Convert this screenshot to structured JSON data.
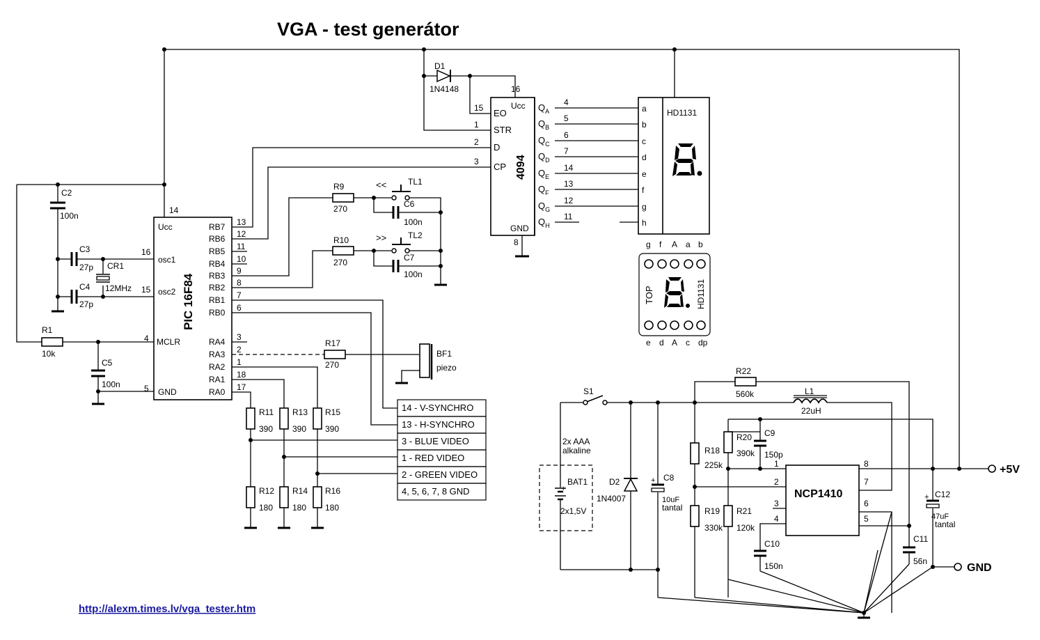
{
  "title": "VGA - test generátor",
  "url": "http://alexm.times.lv/vga_tester.htm",
  "pic": {
    "name": "PIC 16F84",
    "ucc_pin": "14",
    "gnd_pin": "5",
    "osc1_pin": "16",
    "osc2_pin": "15",
    "mclr_pin": "4",
    "left_labels": {
      "ucc": "Ucc",
      "osc1": "osc1",
      "osc2": "osc2",
      "mclr": "MCLR",
      "gnd": "GND"
    },
    "right_pins": [
      {
        "label": "RB7",
        "num": "13"
      },
      {
        "label": "RB6",
        "num": "12"
      },
      {
        "label": "RB5",
        "num": "11"
      },
      {
        "label": "RB4",
        "num": "10"
      },
      {
        "label": "RB3",
        "num": "9"
      },
      {
        "label": "RB2",
        "num": "8"
      },
      {
        "label": "RB1",
        "num": "7"
      },
      {
        "label": "RB0",
        "num": "6"
      },
      {
        "label": "RA4",
        "num": "3"
      },
      {
        "label": "RA3",
        "num": "2"
      },
      {
        "label": "RA2",
        "num": "1"
      },
      {
        "label": "RA1",
        "num": "18"
      },
      {
        "label": "RA0",
        "num": "17"
      }
    ]
  },
  "sr": {
    "name": "4094",
    "left_pins": [
      {
        "label": "EO",
        "num": "15"
      },
      {
        "label": "STR",
        "num": "1"
      },
      {
        "label": "D",
        "num": "2"
      },
      {
        "label": "CP",
        "num": "3"
      }
    ],
    "ucc": "Ucc",
    "ucc_pin": "16",
    "gnd": "GND",
    "gnd_pin": "8",
    "outputs": [
      {
        "q": "Q",
        "sub": "A",
        "num": "4"
      },
      {
        "q": "Q",
        "sub": "B",
        "num": "5"
      },
      {
        "q": "Q",
        "sub": "C",
        "num": "6"
      },
      {
        "q": "Q",
        "sub": "D",
        "num": "7"
      },
      {
        "q": "Q",
        "sub": "E",
        "num": "14"
      },
      {
        "q": "Q",
        "sub": "F",
        "num": "13"
      },
      {
        "q": "Q",
        "sub": "G",
        "num": "12"
      },
      {
        "q": "Q",
        "sub": "H",
        "num": "11"
      }
    ]
  },
  "display": {
    "name": "HD1131",
    "segments": [
      "a",
      "b",
      "c",
      "d",
      "e",
      "f",
      "g",
      "h"
    ],
    "top_pins": [
      "g",
      "f",
      "A",
      "a",
      "b"
    ],
    "bottom_pins": [
      "e",
      "d",
      "A",
      "c",
      "dp"
    ],
    "top_label": "TOP"
  },
  "parts": {
    "d1": {
      "ref": "D1",
      "val": "1N4148"
    },
    "c2": {
      "ref": "C2",
      "val": "100n"
    },
    "c3": {
      "ref": "C3",
      "val": "27p"
    },
    "c4": {
      "ref": "C4",
      "val": "27p"
    },
    "cr1": {
      "ref": "CR1",
      "val": "12MHz"
    },
    "r1": {
      "ref": "R1",
      "val": "10k"
    },
    "c5": {
      "ref": "C5",
      "val": "100n"
    },
    "r9": {
      "ref": "R9",
      "val": "270"
    },
    "r10": {
      "ref": "R10",
      "val": "270"
    },
    "c6": {
      "ref": "C6",
      "val": "100n"
    },
    "c7": {
      "ref": "C7",
      "val": "100n"
    },
    "tl1": {
      "ref": "TL1",
      "sym": "<<"
    },
    "tl2": {
      "ref": "TL2",
      "sym": ">>"
    },
    "r17": {
      "ref": "R17",
      "val": "270"
    },
    "bf1": {
      "ref": "BF1",
      "val": "piezo"
    },
    "r11": {
      "ref": "R11",
      "val": "390"
    },
    "r13": {
      "ref": "R13",
      "val": "390"
    },
    "r15": {
      "ref": "R15",
      "val": "390"
    },
    "r12": {
      "ref": "R12",
      "val": "180"
    },
    "r14": {
      "ref": "R14",
      "val": "180"
    },
    "r16": {
      "ref": "R16",
      "val": "180"
    }
  },
  "connector": [
    "14 - V-SYNCHRO",
    "13 - H-SYNCHRO",
    "3 - BLUE VIDEO",
    "1 - RED VIDEO",
    "2 - GREEN VIDEO",
    "4, 5, 6, 7, 8  GND"
  ],
  "psu": {
    "s1": "S1",
    "bat_desc1": "2x AAA",
    "bat_desc2": "alkaline",
    "bat_ref": "BAT1",
    "bat_val": "2x1,5V",
    "d2": {
      "ref": "D2",
      "val": "1N4007"
    },
    "c8": {
      "ref": "C8",
      "val1": "10uF",
      "val2": "tantal"
    },
    "r22": {
      "ref": "R22",
      "val": "560k"
    },
    "l1": {
      "ref": "L1",
      "val": "22uH"
    },
    "r18": {
      "ref": "R18",
      "val": "225k"
    },
    "r19": {
      "ref": "R19",
      "val": "330k"
    },
    "r20": {
      "ref": "R20",
      "val": "390k"
    },
    "r21": {
      "ref": "R21",
      "val": "120k"
    },
    "c9": {
      "ref": "C9",
      "val": "150p"
    },
    "c10": {
      "ref": "C10",
      "val": "150n"
    },
    "c11": {
      "ref": "C11",
      "val": "56n"
    },
    "c12": {
      "ref": "C12",
      "val1": "47uF",
      "val2": "tantal"
    },
    "ic": {
      "name": "NCP1410",
      "pins": [
        "1",
        "2",
        "3",
        "4",
        "8",
        "7",
        "6",
        "5"
      ]
    },
    "vplus": "+5V",
    "gnd": "GND"
  }
}
